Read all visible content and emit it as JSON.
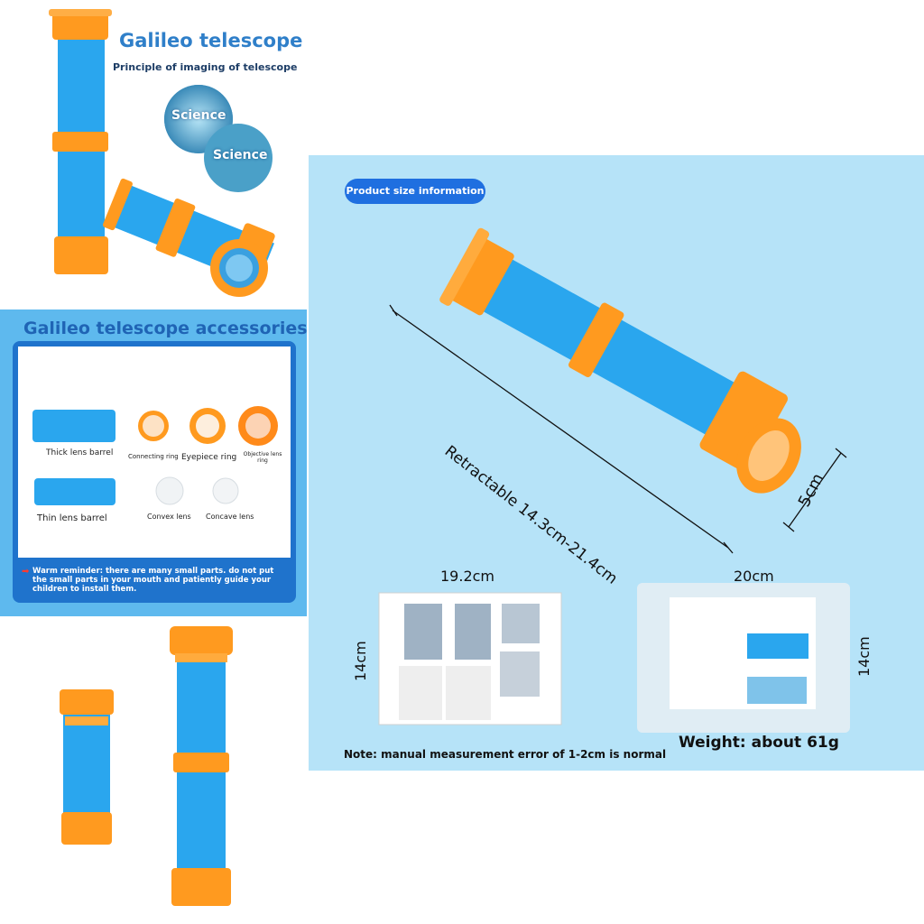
{
  "top_left": {
    "title": "Galileo telescope",
    "subtitle": "Principle of imaging of telescope",
    "badge_1": "Science",
    "badge_2": "Science"
  },
  "accessories": {
    "title": "Galileo telescope accessories",
    "items": [
      "Thick lens barrel",
      "Connecting ring",
      "Eyepiece ring",
      "Objective lens ring",
      "Thin lens barrel",
      "Convex lens",
      "Concave lens"
    ],
    "warning": "Warm reminder: there are many small parts. do not put the small parts in your mouth and patiently guide your children to install them."
  },
  "size_info": {
    "pill": "Product size information",
    "length": "Retractable 14.3cm-21.4cm",
    "diameter": "5cm",
    "card_width": "19.2cm",
    "card_height": "14cm",
    "bag_width": "20cm",
    "bag_height": "14cm",
    "note": "Note: manual measurement error of 1-2cm is normal",
    "weight": "Weight: about 61g"
  },
  "colors": {
    "tube_blue": "#2aa6ee",
    "ring_orange": "#ff9a1f",
    "panel_light_blue": "#b6e3f8",
    "accessory_blue": "#5eb9ee",
    "pill_blue": "#1f6fe0"
  }
}
